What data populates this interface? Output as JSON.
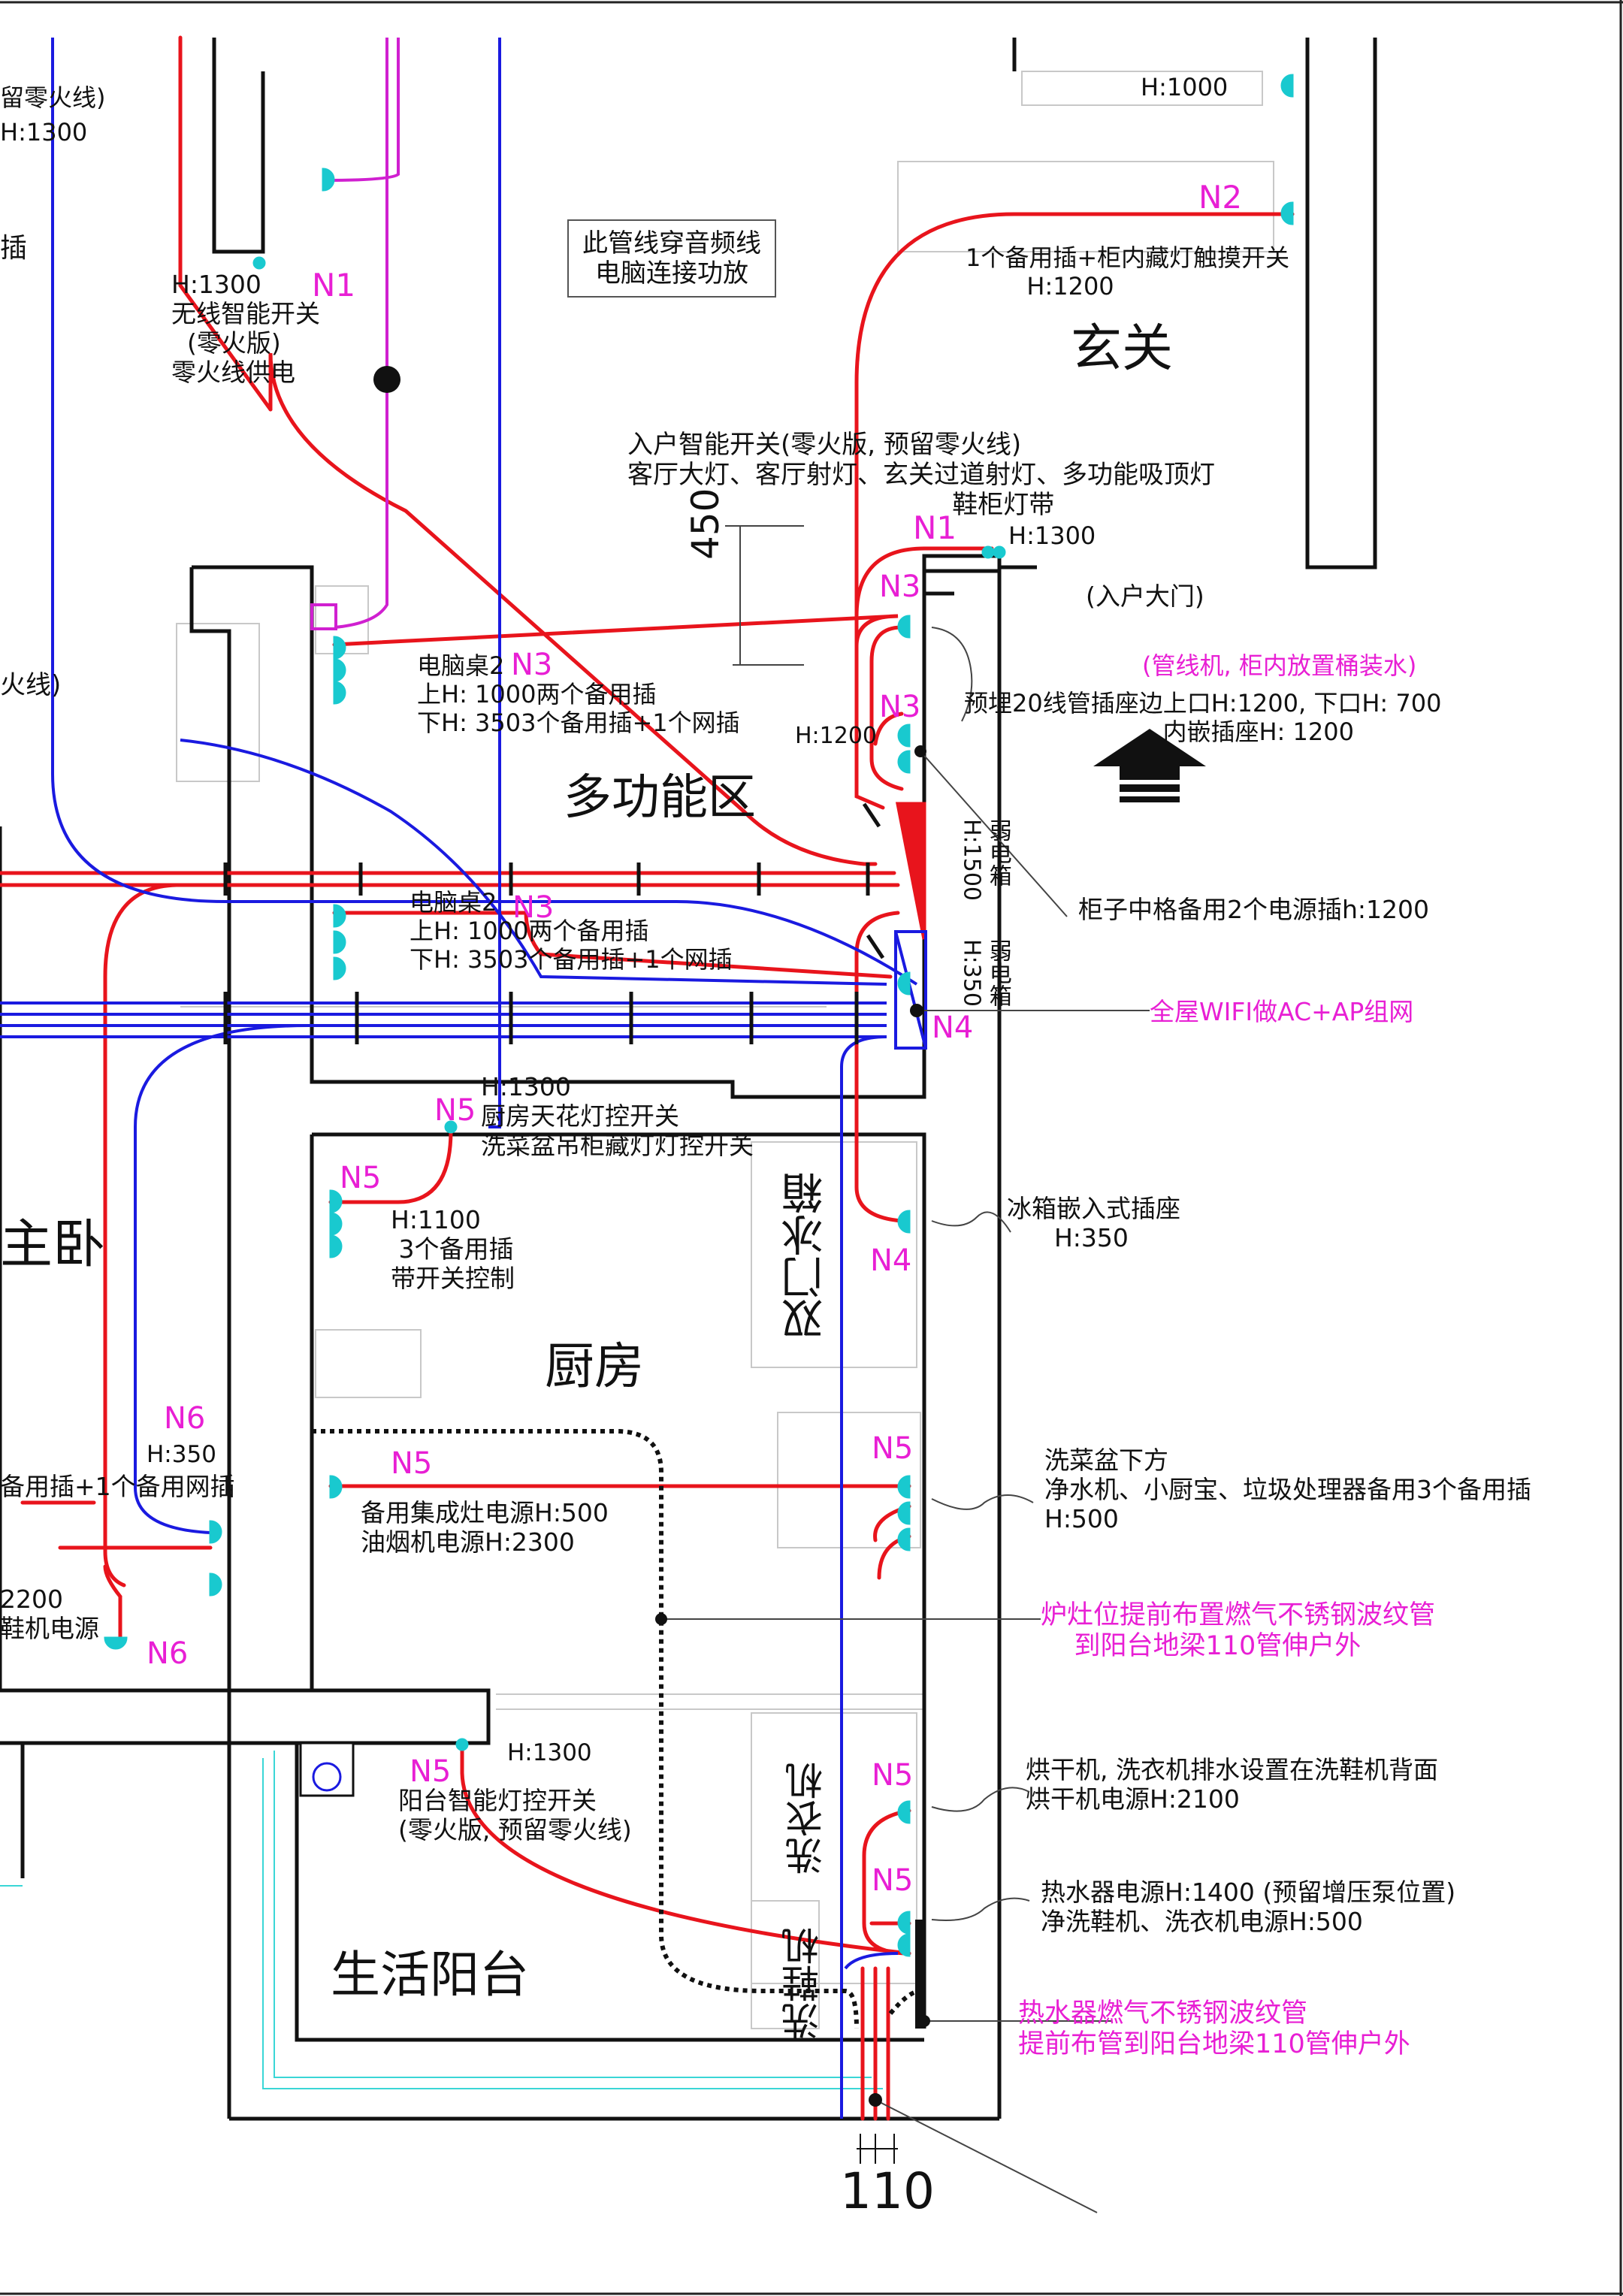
{
  "rooms": {
    "xuanguan": "玄关",
    "multi": "多功能区",
    "kitchen": "厨房",
    "balcony": "生活阳台",
    "master": "主卧",
    "fridge": "双门冰箱",
    "washer": "洗衣机",
    "shoe_washer": "洗鞋机"
  },
  "nodes": {
    "n1_top": "N1",
    "n1_entry": "N1",
    "n2": "N2",
    "n3_a": "N3",
    "n3_b": "N3",
    "n3_c": "N3",
    "n3_d": "N3",
    "n4_a": "N4",
    "n4_b": "N4",
    "n5_a": "N5",
    "n5_b": "N5",
    "n5_c": "N5",
    "n5_d": "N5",
    "n5_e": "N5",
    "n5_f": "N5",
    "n5_g": "N5",
    "n6_a": "N6",
    "n6_b": "N6"
  },
  "notes": {
    "tl_frag1": "留零火线)",
    "tl_frag2": "H:1300",
    "tl_frag3": "插",
    "tl_frag4": "火线)",
    "h1000_top": "H:1000",
    "n2_note": "1个备用插+柜内藏灯触摸开关\n        H:1200",
    "n1_switch": "H:1300\n无线智能开关\n  (零火版)\n零火线供电",
    "audio_box": "此管线穿音频线\n电脑连接功放",
    "entry_switch": "入户智能开关(零火版, 预留零火线)\n客厅大灯、客厅射灯、玄关过道射灯、多功能吸顶灯\n                                        鞋柜灯带",
    "entry_h1300": "H:1300",
    "dim_450": "450",
    "entry_door": "(入户大门)",
    "pipe_machine": "(管线机, 柜内放置桶装水)",
    "socket_20": "预埋20线管插座边上口H:1200, 下口H: 700\n                          内嵌插座H: 1200",
    "h1200_mid": "H:1200",
    "desk1": "电脑桌2\n上H: 1000两个备用插\n下H: 3503个备用插+1个网插",
    "desk2": "电脑桌2\n上H: 1000两个备用插\n下H: 3503个备用插+1个网插",
    "weak_box_1": "弱电箱\nH:1500",
    "weak_box_2": "弱电箱\nH:350",
    "cabinet_2": "柜子中格备用2个电源插h:1200",
    "wifi": "全屋WIFI做AC+AP组网",
    "kitchen_switch": "H:1300\n厨房天花灯控开关\n洗菜盆吊柜藏灯灯控开关",
    "kitchen_3plugs": "H:1100\n 3个备用插\n带开关控制",
    "fridge_socket": "冰箱嵌入式插座\n      H:350",
    "sink_under": "洗菜盆下方\n净水机、小厨宝、垃圾处理器备用3个备用插\nH:500",
    "n6_h350": "H:350",
    "n6_plugs": "备用插+1个备用网插",
    "left_2200": "2200\n鞋机电源",
    "stove": "备用集成灶电源H:500\n油烟机电源H:2300",
    "gas_stove": "炉灶位提前布置燃气不锈钢波纹管\n    到阳台地梁110管伸户外",
    "balcony_switch_h": "H:1300",
    "balcony_switch": "阳台智能灯控开关\n(零火版, 预留零火线)",
    "dryer": "烘干机, 洗衣机排水设置在洗鞋机背面\n烘干机电源H:2100",
    "heater": "热水器电源H:1400 (预留增压泵位置)\n净洗鞋机、洗衣机电源H:500",
    "heater_gas": "热水器燃气不锈钢波纹管\n提前布管到阳台地梁110管伸户外",
    "dim_110": "110"
  },
  "colors": {
    "power": "#e8141c",
    "data": "#1a1ae0",
    "audio": "#d020d0",
    "socket": "#19c9cf",
    "annotation": "#e81fd4",
    "wall": "#111111"
  }
}
